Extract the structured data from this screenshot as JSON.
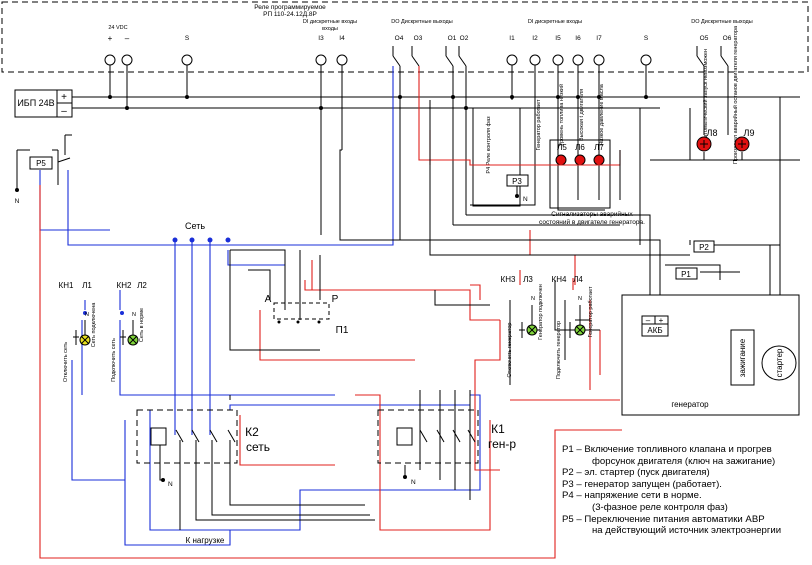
{
  "relay": {
    "title_line1": "Реле программируемое",
    "title_line2": "РП 110-24.12Д.8Р",
    "power": "24 VDC",
    "plus": "+",
    "minus": "–",
    "s_left": "S",
    "s_right": "S",
    "di_left": "DI дискретные входы",
    "di_right": "DI дискретные входы",
    "do_left": "DO Дискретные выходы",
    "do_right": "DO Дискретные выходы",
    "terminals": [
      "I3",
      "I4",
      "O4",
      "O3",
      "O1",
      "O2",
      "I1",
      "I2",
      "I5",
      "I6",
      "I7",
      "O5",
      "O6"
    ]
  },
  "ups": {
    "label": "ИБП 24В",
    "plus": "+",
    "minus": "–"
  },
  "relays": {
    "p5": "P5",
    "p3": "P3",
    "p2": "P2",
    "p1": "P1",
    "p4_text": "P4 Реле контроля фаз"
  },
  "neutral": "N",
  "lamps": {
    "l5": "Л5",
    "l6": "Л6",
    "l7": "Л7",
    "l8": "Л8",
    "l9": "Л9",
    "l1": "Л1",
    "l2": "Л2",
    "l3": "Л3",
    "l4": "Л4"
  },
  "vertical_texts": {
    "gen_works": "Генератор работает",
    "fuel": "Уровень топлива низкий",
    "temp": "Высокая t двигателя",
    "oil": "Низкое давление масла",
    "auto_start": "Автоматический запуск невозможен",
    "emergency": "Произошел аварийный останов двигателя генератора",
    "net_off": "Отключить сеть",
    "net_connected": "Сеть подключена",
    "net_on": "Подключить сеть",
    "net_ok": "Сеть в норме",
    "gen_off": "Отключить генератор",
    "gen_connected": "Генератор подключен",
    "gen_on": "Подключить генератор",
    "gen_running": "Генератор работает"
  },
  "signalers": {
    "line1": "Сигнализаторы аварийных",
    "line2": "состояний в двигателе генератора."
  },
  "network": "Сеть",
  "buttons": {
    "kn1": "КН1",
    "kn2": "КН2",
    "kn3": "КН3",
    "kn4": "КН4"
  },
  "switch": {
    "a": "А",
    "p": "Р",
    "p1": "П1"
  },
  "contactors": {
    "k2": "К2",
    "k2_sub": "сеть",
    "k1": "К1",
    "k1_sub": "ген-р"
  },
  "load": "К нагрузке",
  "generator": {
    "akb": "АКБ",
    "plus": "+",
    "minus": "–",
    "ignition": "зажигание",
    "starter": "стартер",
    "label": "генератор"
  },
  "legend": [
    "Р1 – Включение топливного клапана и прогрев",
    "форсунок двигателя (ключ на зажигание)",
    "Р2 – эл. стартер (пуск двигателя)",
    "Р3 – генератор запущен (работает).",
    "Р4 – напряжение сети в норме.",
    "(3-фазное реле контроля фаз)",
    "Р5 – Переключение питания автоматики АВР",
    "на действующий источник электроэнергии"
  ],
  "colors": {
    "wire_black": "#000000",
    "wire_blue": "#1a2fd8",
    "wire_red": "#e0201c",
    "lamp_red": "#e01010",
    "lamp_green": "#7fd43a",
    "lamp_bulb": "#e8e020"
  }
}
